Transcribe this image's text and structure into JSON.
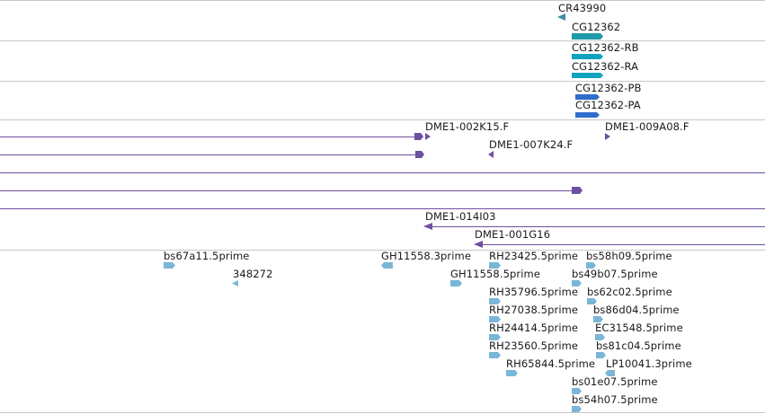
{
  "colors": {
    "track_background": "#ffffff",
    "divider": "#c8c8c8",
    "ncrna": "#3b8fa0",
    "gene": "#1f9aa6",
    "transcript_cg12362": "#0fa3c0",
    "protein": "#2f6dcc",
    "bac_clone": "#6e50a0",
    "est": "#7ab6d8"
  },
  "tracks": {
    "ncrna": {
      "feature_label": "CR43990"
    },
    "gene": {
      "feature_label": "CG12362"
    },
    "transcripts": {
      "labels": [
        "CG12362-RB",
        "CG12362-RA"
      ]
    },
    "proteins": {
      "labels": [
        "CG12362-PB",
        "CG12362-PA"
      ]
    },
    "bac_ends": {
      "labels": [
        "DME1-002K15.F",
        "DME1-009A08.F",
        "DME1-007K24.F"
      ]
    },
    "bac_clones": {
      "labels": [
        "DME1-014I03",
        "DME1-001G16"
      ]
    },
    "ests": {
      "labels": [
        "bs67a11.5prime",
        "348272",
        "GH11558.3prime",
        "GH11558.5prime",
        "RH23425.5prime",
        "bs58h09.5prime",
        "bs49b07.5prime",
        "RH35796.5prime",
        "bs62c02.5prime",
        "RH27038.5prime",
        "bs86d04.5prime",
        "RH24414.5prime",
        "EC31548.5prime",
        "RH23560.5prime",
        "bs81c04.5prime",
        "RH65844.5prime",
        "LP10041.3prime",
        "bs01e07.5prime",
        "bs54h07.5prime"
      ]
    }
  }
}
